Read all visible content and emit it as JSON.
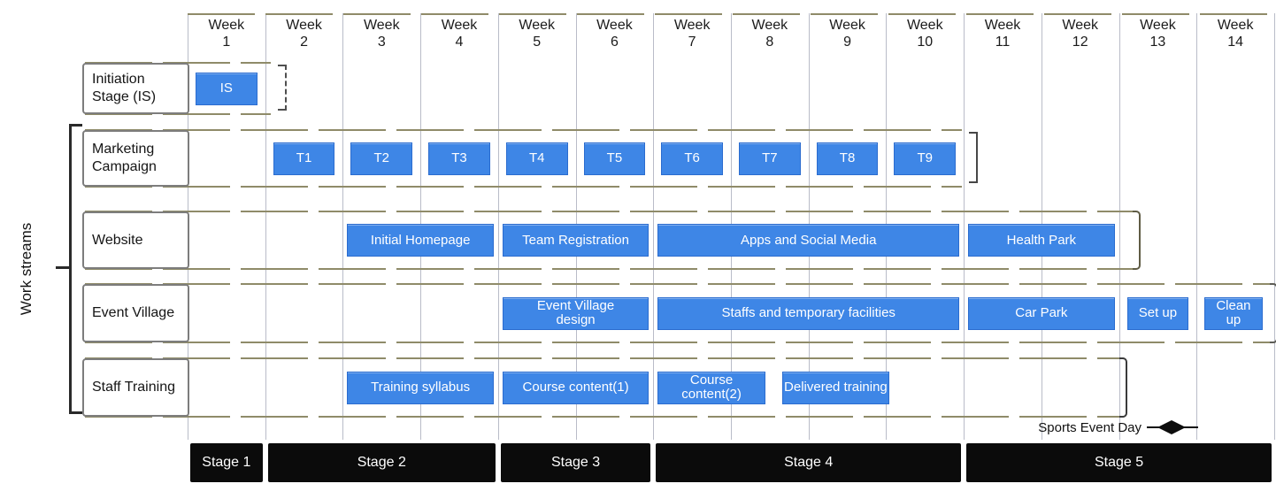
{
  "sidebar": {
    "label": "Work streams"
  },
  "header": {
    "week_word": "Week",
    "week_numbers": [
      "1",
      "2",
      "3",
      "4",
      "5",
      "6",
      "7",
      "8",
      "9",
      "10",
      "11",
      "12",
      "13",
      "14"
    ]
  },
  "rows": [
    {
      "label": "Initiation Stage (IS)",
      "bars": [
        {
          "label": "IS",
          "week_start": 1,
          "week_span": 1
        }
      ]
    },
    {
      "label": "Marketing Campaign",
      "bars": [
        {
          "label": "T1",
          "week_start": 2,
          "week_span": 1
        },
        {
          "label": "T2",
          "week_start": 3,
          "week_span": 1
        },
        {
          "label": "T3",
          "week_start": 4,
          "week_span": 1
        },
        {
          "label": "T4",
          "week_start": 5,
          "week_span": 1
        },
        {
          "label": "T5",
          "week_start": 6,
          "week_span": 1
        },
        {
          "label": "T6",
          "week_start": 7,
          "week_span": 1
        },
        {
          "label": "T7",
          "week_start": 8,
          "week_span": 1
        },
        {
          "label": "T8",
          "week_start": 9,
          "week_span": 1
        },
        {
          "label": "T9",
          "week_start": 10,
          "week_span": 1
        }
      ]
    },
    {
      "label": "Website",
      "bars": [
        {
          "label": "Initial Homepage",
          "week_start": 3,
          "week_span": 2
        },
        {
          "label": "Team Registration",
          "week_start": 5,
          "week_span": 2
        },
        {
          "label": "Apps and Social Media",
          "week_start": 7,
          "week_span": 4
        },
        {
          "label": "Health Park",
          "week_start": 11,
          "week_span": 2
        }
      ]
    },
    {
      "label": "Event Village",
      "bars": [
        {
          "label": "Event Village design",
          "week_start": 5,
          "week_span": 2,
          "two_line": true
        },
        {
          "label": "Staffs and temporary facilities",
          "week_start": 7,
          "week_span": 4
        },
        {
          "label": "Car Park",
          "week_start": 11,
          "week_span": 2
        },
        {
          "label": "Set up",
          "week_start": 13,
          "week_span": 1
        },
        {
          "label": "Clean up",
          "week_start": 14,
          "week_span": 0.95,
          "two_line": true
        }
      ]
    },
    {
      "label": "Staff Training",
      "bars": [
        {
          "label": "Training syllabus",
          "week_start": 3,
          "week_span": 2
        },
        {
          "label": "Course content(1)",
          "week_start": 5,
          "week_span": 2
        },
        {
          "label": "Course content(2)",
          "week_start": 7,
          "week_span": 1.5
        },
        {
          "label": "Delivered training",
          "week_start": 8.6,
          "week_span": 1.5
        }
      ]
    }
  ],
  "stages": [
    {
      "label": "Stage 1",
      "weeks": [
        1,
        1
      ]
    },
    {
      "label": "Stage 2",
      "weeks": [
        2,
        4
      ]
    },
    {
      "label": "Stage 3",
      "weeks": [
        5,
        6
      ]
    },
    {
      "label": "Stage 4",
      "weeks": [
        7,
        10
      ]
    },
    {
      "label": "Stage 5",
      "weeks": [
        11,
        14
      ]
    }
  ],
  "milestone": {
    "label": "Sports Event Day"
  },
  "colors": {
    "task_bar": "#3E86E6",
    "task_bar_border": "#2B6CCF",
    "task_bar_text": "#FFFFFF",
    "stage_bar": "#0B0B0B",
    "stage_text": "#FFFFFF",
    "grid_line": "#B9BCC8",
    "band_line": "#8F8B69",
    "label_box_border": "#7D7D7D",
    "text": "#1B1B1B"
  }
}
